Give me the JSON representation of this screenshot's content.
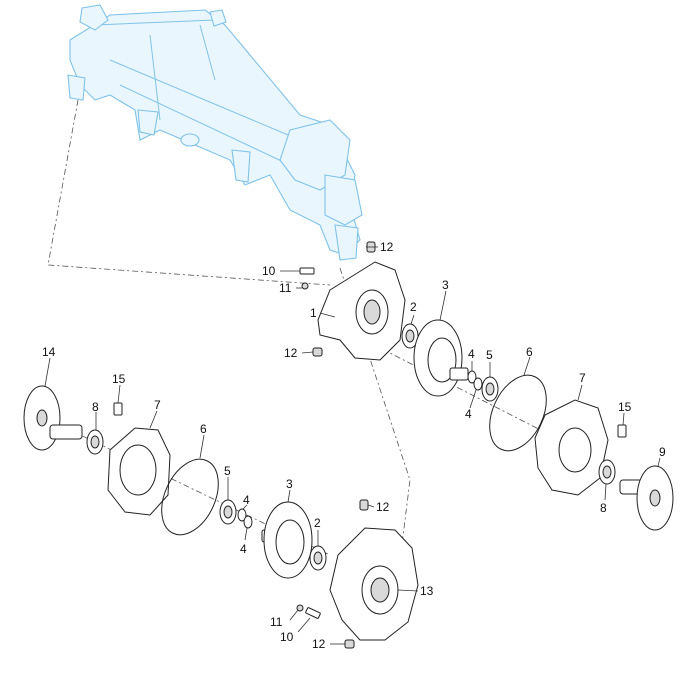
{
  "callouts": {
    "c1": "1",
    "c2a": "2",
    "c2b": "2",
    "c3a": "3",
    "c3b": "3",
    "c4a": "4",
    "c4b": "4",
    "c4c": "4",
    "c4d": "4",
    "c5a": "5",
    "c5b": "5",
    "c6a": "6",
    "c6b": "6",
    "c7a": "7",
    "c7b": "7",
    "c8a": "8",
    "c8b": "8",
    "c9": "9",
    "c10a": "10",
    "c10b": "10",
    "c11a": "11",
    "c11b": "11",
    "c12a": "12",
    "c12b": "12",
    "c12c": "12",
    "c12d": "12",
    "c13": "13",
    "c14": "14",
    "c15a": "15",
    "c15b": "15"
  },
  "colors": {
    "cooler_outline": "#7fc3e8",
    "cooler_fill": "#eaf6fd",
    "part_outline": "#222222",
    "callout_text": "#111111"
  }
}
